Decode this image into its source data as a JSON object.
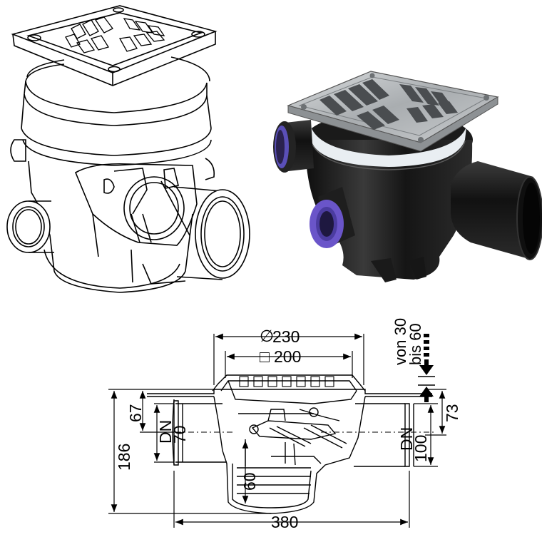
{
  "figure": {
    "dimensions": {
      "outer_diameter": "230",
      "grate_size": "200",
      "overall_width": "380",
      "overall_height": "186",
      "top_to_inlet_axis": "67",
      "inlet_label": "DN",
      "inlet_size": "70",
      "outlet_label": "DN",
      "outlet_size": "100",
      "outlet_depth": "73",
      "trap_seal": "60",
      "adjust_from": "von 30",
      "adjust_to": "bis 60"
    },
    "symbols": {
      "diameter_symbol": "∅",
      "square_symbol": "□"
    },
    "colors": {
      "body_black": "#1b1b1b",
      "steel": "#b8bcbf",
      "inlet_ring": "#6a55c9",
      "line": "#000000"
    }
  }
}
